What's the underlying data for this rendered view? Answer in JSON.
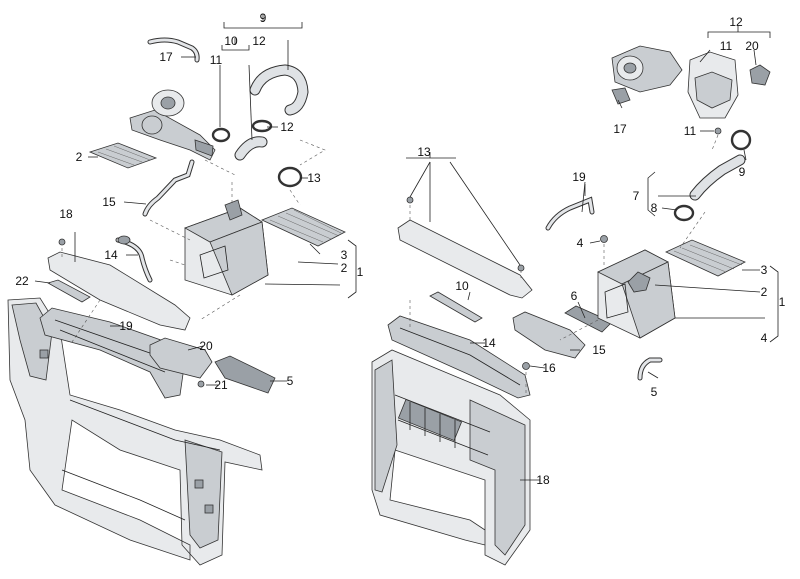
{
  "left_callouts": [
    "9",
    "10",
    "12",
    "11",
    "17",
    "12",
    "2",
    "13",
    "15",
    "3",
    "2",
    "1",
    "18",
    "14",
    "22",
    "19",
    "20",
    "21",
    "5"
  ],
  "right_callouts": [
    "13",
    "19",
    "10",
    "14",
    "6",
    "15",
    "16",
    "18",
    "4",
    "12",
    "11",
    "20",
    "17",
    "11",
    "9",
    "7",
    "8",
    "3",
    "2",
    "1",
    "4",
    "5"
  ]
}
